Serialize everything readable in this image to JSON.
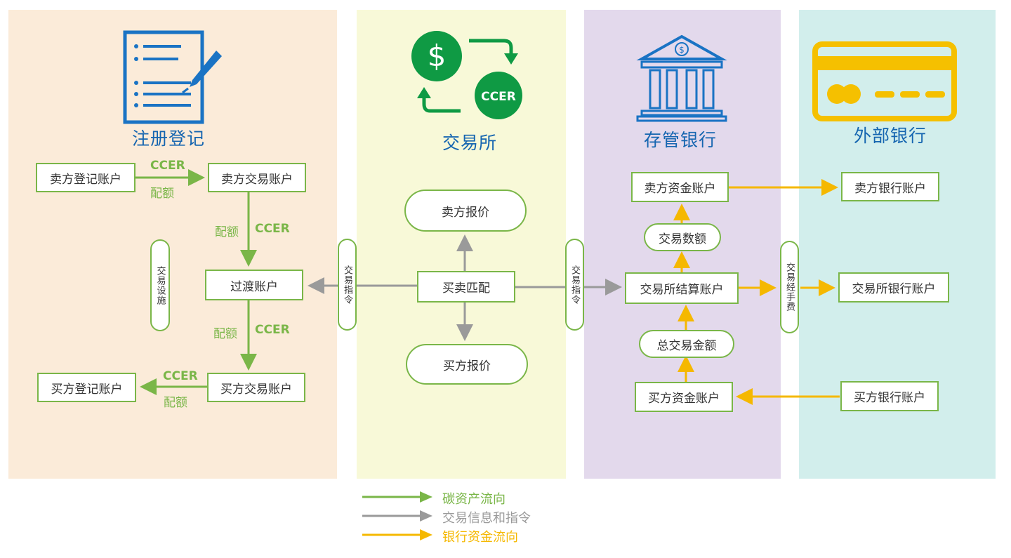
{
  "columns": {
    "registry": "注册登记",
    "exchange": "交易所",
    "custodian": "存管银行",
    "external": "外部银行"
  },
  "registry": {
    "seller_registry": "卖方登记账户",
    "seller_trading": "卖方交易账户",
    "transition": "过渡账户",
    "buyer_trading": "买方交易账户",
    "buyer_registry": "买方登记账户",
    "facility": "交易设施",
    "ccer": "CCER",
    "quota": "配额"
  },
  "exchange": {
    "seller_quote": "卖方报价",
    "match": "买卖匹配",
    "buyer_quote": "买方报价",
    "instruction": "交易指令",
    "icon_label": "CCER",
    "icon_dollar": "$"
  },
  "custodian": {
    "seller_fund": "卖方资金账户",
    "trade_amount": "交易数额",
    "settlement": "交易所结算账户",
    "total_amount": "总交易金额",
    "buyer_fund": "买方资金账户",
    "instruction": "交易指令",
    "fee": "交易经手费"
  },
  "external": {
    "seller_bank": "卖方银行账户",
    "exchange_bank": "交易所银行账户",
    "buyer_bank": "买方银行账户"
  },
  "legend": [
    {
      "label": "碳资产流向",
      "color": "#7ab648"
    },
    {
      "label": "交易信息和指令",
      "color": "#9a9a9a"
    },
    {
      "label": "银行资金流向",
      "color": "#f5b800"
    }
  ],
  "colors": {
    "title": "#1565b0",
    "green": "#7ab648",
    "gray": "#9a9a9a",
    "gold": "#f5b800",
    "icon_green": "#0f9a44"
  }
}
